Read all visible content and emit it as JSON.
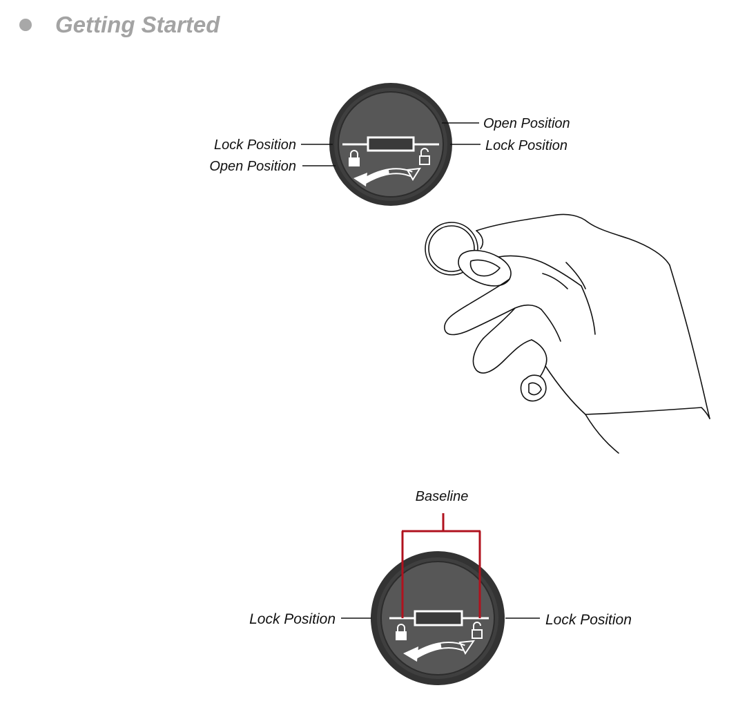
{
  "header": {
    "title": "Getting Started"
  },
  "top_dial": {
    "labels": {
      "open_right": "Open Position",
      "lock_right": "Lock Position",
      "lock_left": "Lock Position",
      "open_left": "Open Position"
    }
  },
  "bottom_dial": {
    "labels": {
      "baseline": "Baseline",
      "lock_left": "Lock Position",
      "lock_right": "Lock Position"
    }
  },
  "colors": {
    "dial_outer": "#3b3b3b",
    "dial_inner": "#575757",
    "baseline_bracket": "#b0121e",
    "title_gray": "#a3a3a3"
  },
  "icons": [
    "bullet-icon",
    "closed-lock-icon",
    "open-lock-icon",
    "rotate-arrow-icon",
    "coin-icon",
    "hand-illustration"
  ]
}
